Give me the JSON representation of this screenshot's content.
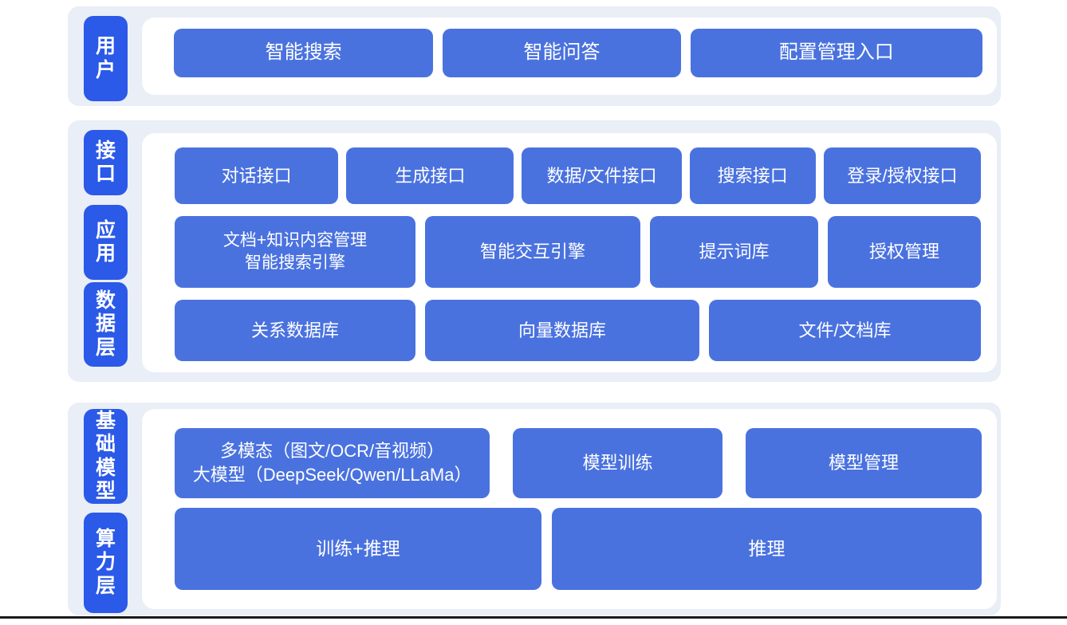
{
  "colors": {
    "label_tile": "#2b59e8",
    "box": "#4a72df",
    "section_bg": "#e9eef7",
    "content_bg": "#ffffff",
    "node_text": "#ffffff",
    "bottom_line": "#1b1b1b"
  },
  "sections": [
    {
      "name": "用户层",
      "labels": [
        {
          "text": "用户"
        }
      ],
      "rows": [
        {
          "boxes": [
            {
              "text": "智能搜索"
            },
            {
              "text": "智能问答"
            },
            {
              "text": "配置管理入口"
            }
          ]
        }
      ]
    },
    {
      "name": "接口/应用/数据层",
      "labels": [
        {
          "text": "接口"
        },
        {
          "text": "应用"
        },
        {
          "text": "数据层"
        }
      ],
      "rows": [
        {
          "boxes": [
            {
              "text": "对话接口"
            },
            {
              "text": "生成接口"
            },
            {
              "text": "数据/文件接口"
            },
            {
              "text": "搜索接口"
            },
            {
              "text": "登录/授权接口"
            }
          ]
        },
        {
          "boxes": [
            {
              "text": "文档+知识内容管理\n智能搜索引擎"
            },
            {
              "text": "智能交互引擎"
            },
            {
              "text": "提示词库"
            },
            {
              "text": "授权管理"
            }
          ]
        },
        {
          "boxes": [
            {
              "text": "关系数据库"
            },
            {
              "text": "向量数据库"
            },
            {
              "text": "文件/文档库"
            }
          ]
        }
      ]
    },
    {
      "name": "基础模型/算力层",
      "labels": [
        {
          "text": "基础模型"
        },
        {
          "text": "算力层"
        }
      ],
      "rows": [
        {
          "boxes": [
            {
              "text": "多模态（图文/OCR/音视频）\n大模型（DeepSeek/Qwen/LLaMa）"
            },
            {
              "text": "模型训练"
            },
            {
              "text": "模型管理"
            }
          ]
        },
        {
          "boxes": [
            {
              "text": "训练+推理"
            },
            {
              "text": "推理"
            }
          ]
        }
      ]
    }
  ]
}
